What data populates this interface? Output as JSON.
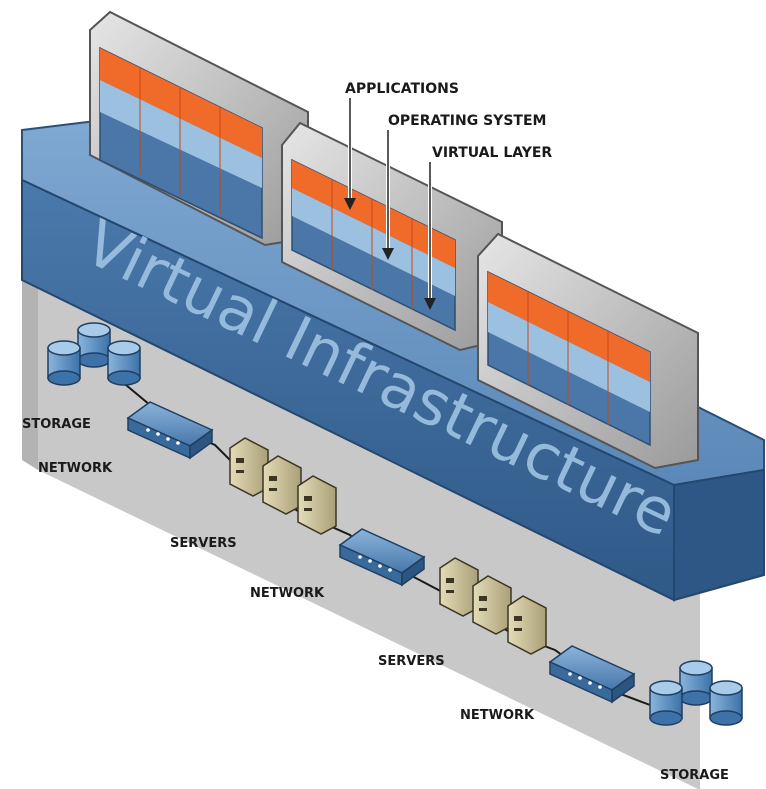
{
  "platform": {
    "label": "Virtual Infrastructure"
  },
  "callouts": {
    "applications": "APPLICATIONS",
    "operating_system": "OPERATING SYSTEM",
    "virtual_layer": "VIRTUAL LAYER"
  },
  "infrastructure": {
    "storage_1": "STORAGE",
    "network_1": "NETWORK",
    "servers_1": "SERVERS",
    "network_2": "NETWORK",
    "servers_2": "SERVERS",
    "network_3": "NETWORK",
    "storage_2": "STORAGE"
  },
  "colors": {
    "platform_blue": "#3d6b9c",
    "platform_light": "#6a95c2",
    "shadow_gray": "#c8c8c8",
    "app_orange": "#f06a2a",
    "os_blue": "#9cc0e0",
    "vlayer_blue": "#3e6fa3",
    "server_tan": "#cfc6a0",
    "storage_blue": "#4f86bd"
  },
  "icons": [
    "storage-icon",
    "network-switch-icon",
    "server-icon",
    "virtual-machine-icon",
    "arrow-icon"
  ]
}
